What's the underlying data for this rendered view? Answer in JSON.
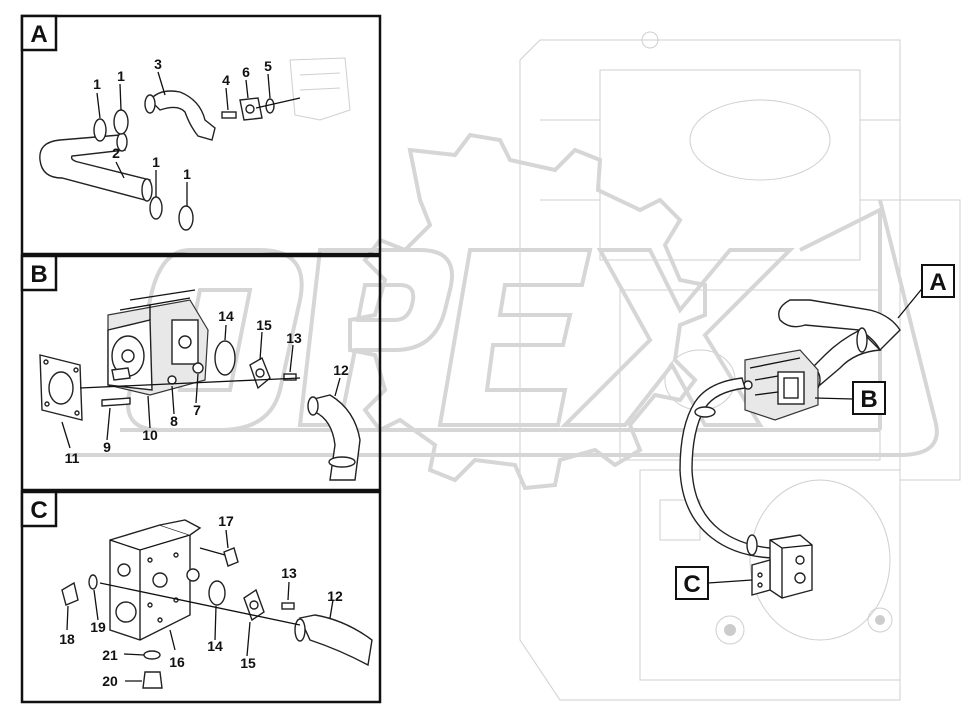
{
  "watermark": "OPEX",
  "panels": [
    {
      "id": "A",
      "label": "A",
      "callouts": [
        "1",
        "1",
        "3",
        "4",
        "6",
        "5",
        "2",
        "1",
        "1"
      ]
    },
    {
      "id": "B",
      "label": "B",
      "callouts": [
        "14",
        "15",
        "13",
        "12",
        "11",
        "9",
        "10",
        "8",
        "7"
      ]
    },
    {
      "id": "C",
      "label": "C",
      "callouts": [
        "17",
        "13",
        "12",
        "18",
        "19",
        "14",
        "15",
        "16",
        "21",
        "20"
      ]
    }
  ],
  "main_callouts": [
    "A",
    "B",
    "C"
  ]
}
